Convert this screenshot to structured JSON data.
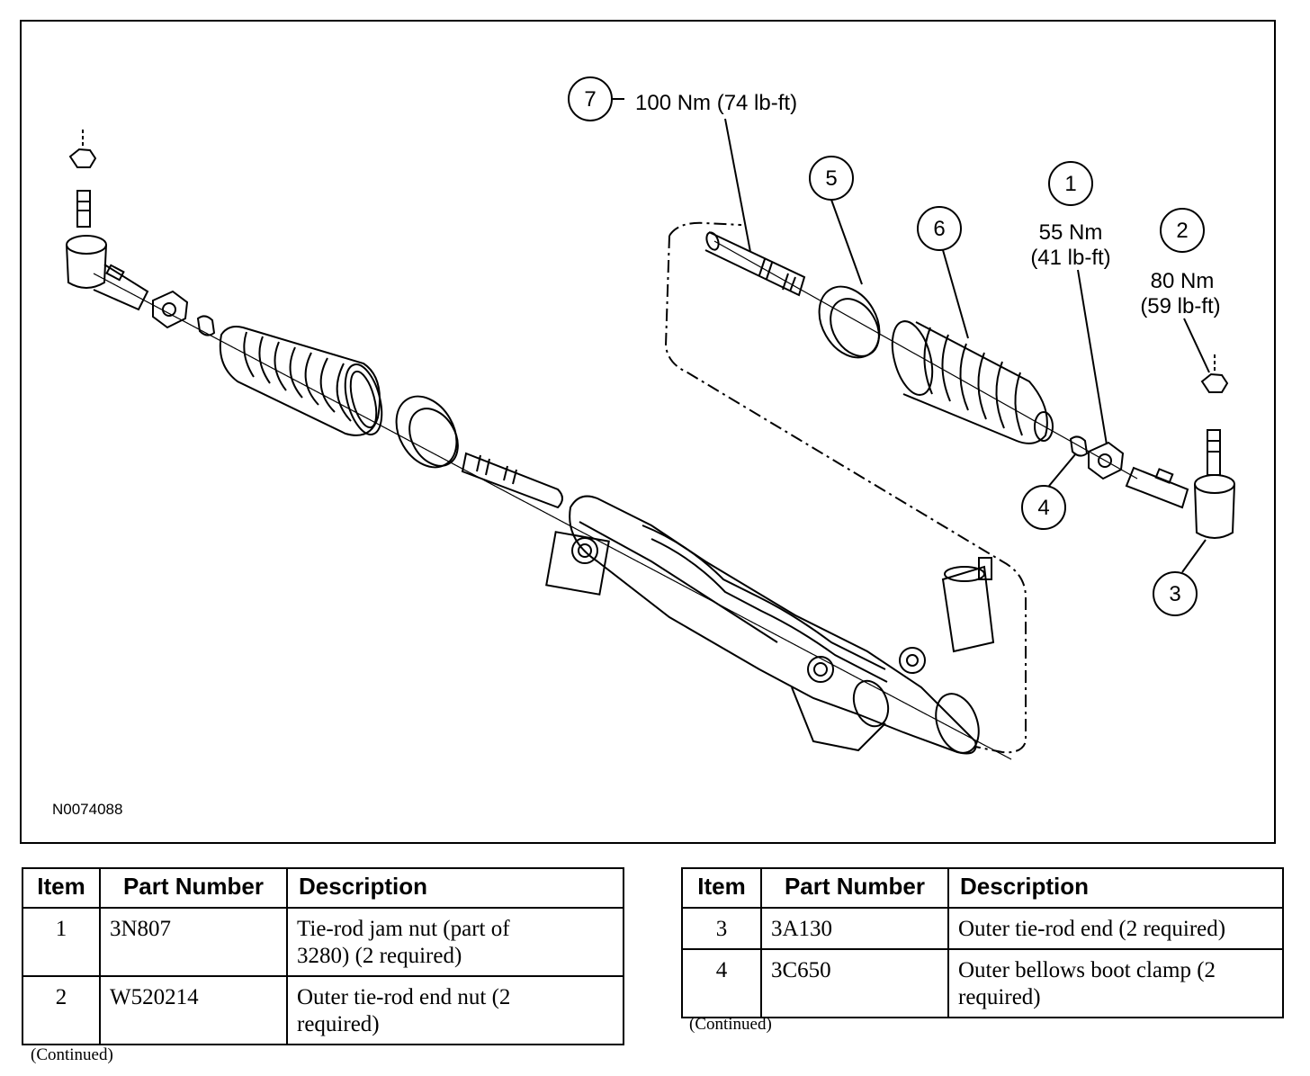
{
  "figure": {
    "id": "N0074088",
    "callouts": [
      {
        "number": "1",
        "torque_lines": [
          "55 Nm",
          "(41 lb-ft)"
        ]
      },
      {
        "number": "2",
        "torque_lines": [
          "80 Nm",
          "(59 lb-ft)"
        ]
      },
      {
        "number": "3"
      },
      {
        "number": "4"
      },
      {
        "number": "5"
      },
      {
        "number": "6"
      },
      {
        "number": "7",
        "torque": "100 Nm (74 lb-ft)"
      }
    ]
  },
  "table_left": {
    "headers": [
      "Item",
      "Part Number",
      "Description"
    ],
    "rows": [
      {
        "item": "1",
        "part": "3N807",
        "desc_lines": [
          "Tie-rod jam nut (part of",
          "3280) (2 required)"
        ]
      },
      {
        "item": "2",
        "part": "W520214",
        "desc_lines": [
          "Outer tie-rod end nut (2",
          "required)"
        ]
      }
    ],
    "continued": "(Continued)"
  },
  "table_right": {
    "headers": [
      "Item",
      "Part Number",
      "Description"
    ],
    "rows": [
      {
        "item": "3",
        "part": "3A130",
        "desc_lines": [
          "Outer tie-rod end (2 required)"
        ]
      },
      {
        "item": "4",
        "part": "3C650",
        "desc_lines": [
          "Outer bellows boot clamp (2",
          "required)"
        ]
      }
    ],
    "continued": "(Continued)"
  }
}
